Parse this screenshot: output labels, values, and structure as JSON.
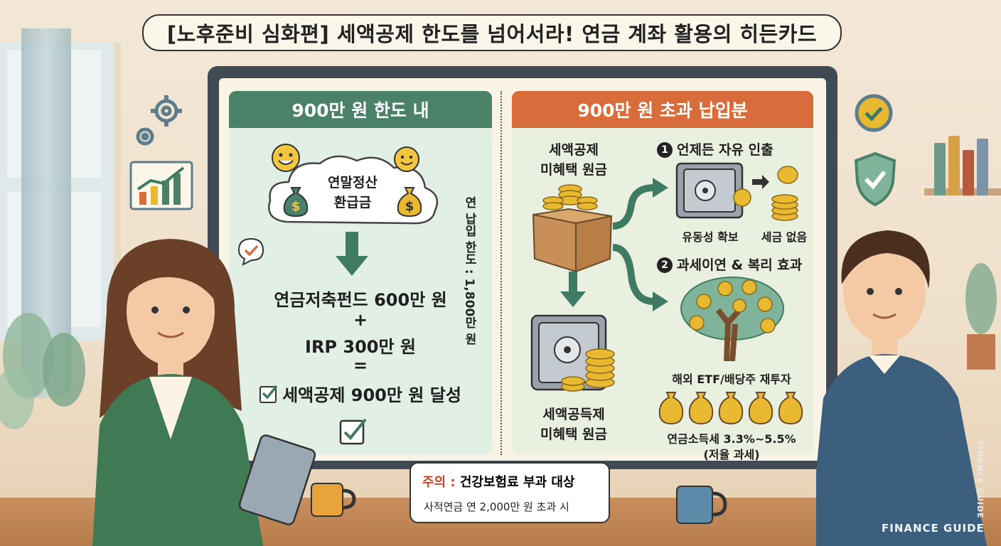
{
  "title": "[노후준비 심화편] 세액공제 한도를 넘어서라! 연금 계좌 활용의 히든카드",
  "left_panel": {
    "header": "900만 원 한도 내",
    "cloud_line1": "연말정산",
    "cloud_line2": "환급금",
    "line1": "연금저축펀드 600만 원",
    "plus": "+",
    "line2": "IRP 300만 원",
    "equals": "=",
    "result": "세액공제 900만 원 달성"
  },
  "vertical_label": "연 납입 한도 : 1,800만 원",
  "right_panel": {
    "header": "900만 원 초과 납입분",
    "box_label_1": "세액공제",
    "box_label_2": "미혜택 원금",
    "option1_num": "1",
    "option1_title": "언제든 자유 인출",
    "option1_label_a": "유동성 확보",
    "option1_label_b": "세금 없음",
    "option2_num": "2",
    "option2_title": "과세이연 & 복리 효과",
    "reinvest": "해외 ETF/배당주 재투자",
    "tax_line1": "연금소득세 3.3%~5.5%",
    "tax_line2": "(저율 과세)",
    "safe_label_1": "세액공득제",
    "safe_label_2": "미혜택 원금"
  },
  "notice": {
    "warn": "주의 :",
    "line1": "건강보험료 부과 대상",
    "line2": "사적연금 연 2,000만 원 초과 시"
  },
  "brand": "FINANCE GUIDE",
  "colors": {
    "left_header": "#4a8168",
    "right_header": "#d86c3a",
    "arrow_green": "#3f7a62",
    "coin": "#e8b931",
    "warn": "#d0432b"
  }
}
